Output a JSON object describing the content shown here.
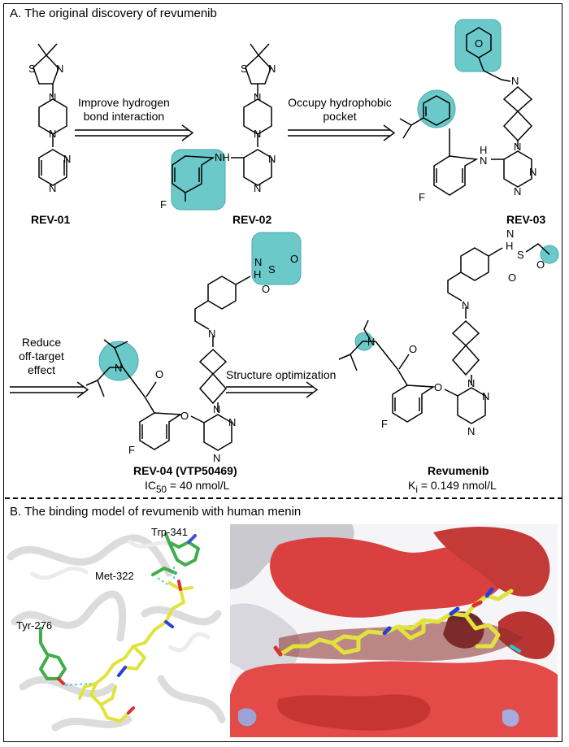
{
  "panel_a": {
    "title": "A. The original discovery of revumenib",
    "steps": [
      {
        "line1": "Improve hydrogen",
        "line2": "bond interaction"
      },
      {
        "line1": "Occupy hydrophobic",
        "line2": "pocket"
      },
      {
        "line1": "Reduce",
        "line2": "off-target",
        "line3": "effect"
      },
      {
        "line1": "Structure optimization"
      }
    ],
    "compounds": [
      {
        "name": "REV-01"
      },
      {
        "name": "REV-02"
      },
      {
        "name": "REV-03"
      },
      {
        "name": "REV-04 (VTP50469)",
        "activity_prefix": "IC",
        "activity_sub": "50",
        "activity_value": " = 40 nmol/L"
      },
      {
        "name": "Revumenib",
        "activity_prefix": "K",
        "activity_sub": "i",
        "activity_value": " = 0.149 nmol/L"
      }
    ],
    "atoms": {
      "S": "S",
      "N": "N",
      "O": "O",
      "F": "F",
      "H": "H",
      "NH": "NH"
    },
    "colors": {
      "highlight": "#6cc9c9"
    }
  },
  "panel_b": {
    "title": "B. The binding model of revumenib with human menin",
    "residues": [
      "Trp-341",
      "Met-322",
      "Tyr-276"
    ],
    "colors": {
      "carbon_ligand": "#e2e23c",
      "carbon_residue": "#3fae49",
      "surface_negative": "#d9403f",
      "surface_neutral": "#e9e9ef",
      "hbond": "#27c7d8"
    }
  }
}
